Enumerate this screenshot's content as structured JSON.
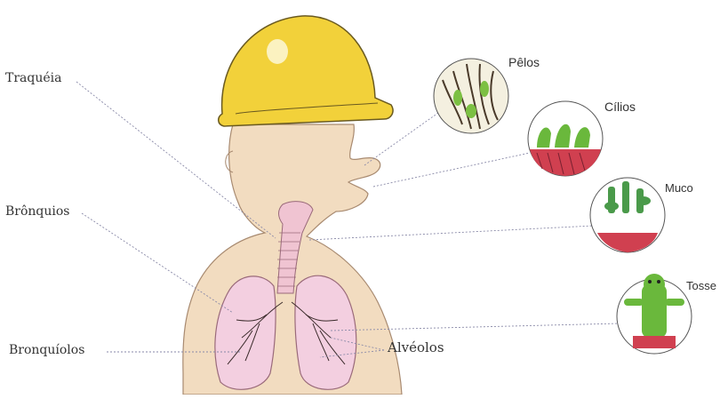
{
  "labels": {
    "trachea": "Traquéia",
    "bronchi": "Brônquios",
    "bronchioles": "Bronquíolos",
    "alveoli": "Alvéolos",
    "hairs": "Pêlos",
    "cilia": "Cílios",
    "mucus": "Muco",
    "cough": "Tosse"
  },
  "icons": {
    "helmet": "hard-hat-icon",
    "hairs_circle": "nasal-hairs-icon",
    "cilia_circle": "cilia-icon",
    "mucus_circle": "mucus-icon",
    "cough_circle": "cough-icon"
  },
  "colors": {
    "helmet": "#f2d13a",
    "skin": "#f2dcc0",
    "lung": "#f3cfe0",
    "trachea": "#f0c4d2",
    "leader_line": "#8a8aa8"
  }
}
